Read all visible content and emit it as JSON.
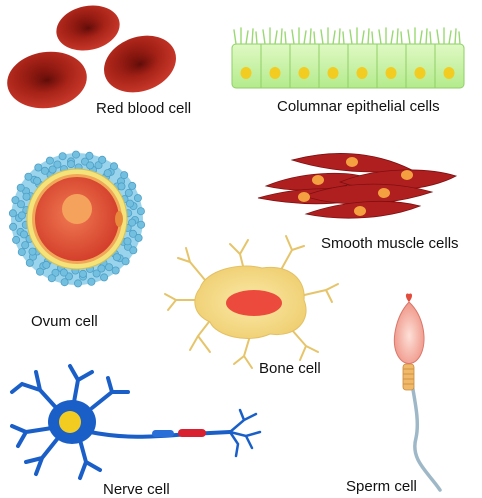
{
  "labels": {
    "red_blood_cell": "Red blood cell",
    "columnar_epithelial": "Columnar epithelial cells",
    "ovum": "Ovum cell",
    "smooth_muscle": "Smooth muscle cells",
    "bone": "Bone cell",
    "nerve": "Nerve cell",
    "sperm": "Sperm cell"
  },
  "colors": {
    "red_blood_cell": "#9e1a12",
    "epithelial_cytoplasm": "#c8f2a6",
    "epithelial_nucleus": "#f2cc20",
    "ovum_corona": "#8ed0ea",
    "ovum_zona": "#f4e27a",
    "ovum_cytoplasm": "#e2543a",
    "ovum_nucleus": "#f5a25c",
    "smooth_muscle": "#b01f1f",
    "muscle_nucleus": "#f5a040",
    "bone_cell": "#f6dc8c",
    "bone_nucleus": "#ec4a3c",
    "nerve_cell": "#1a5fc8",
    "nerve_nucleus": "#f2cc20",
    "myelin": "#d82030",
    "sperm_head": "#f4a79a",
    "sperm_tail": "#9fb8c8"
  },
  "icons": {
    "red_blood_cell": "red-blood-cell-icon",
    "columnar_epithelial": "columnar-epithelial-cells-icon",
    "ovum": "ovum-cell-icon",
    "smooth_muscle": "smooth-muscle-cells-icon",
    "bone": "bone-cell-icon",
    "nerve": "nerve-cell-icon",
    "sperm": "sperm-cell-icon"
  }
}
